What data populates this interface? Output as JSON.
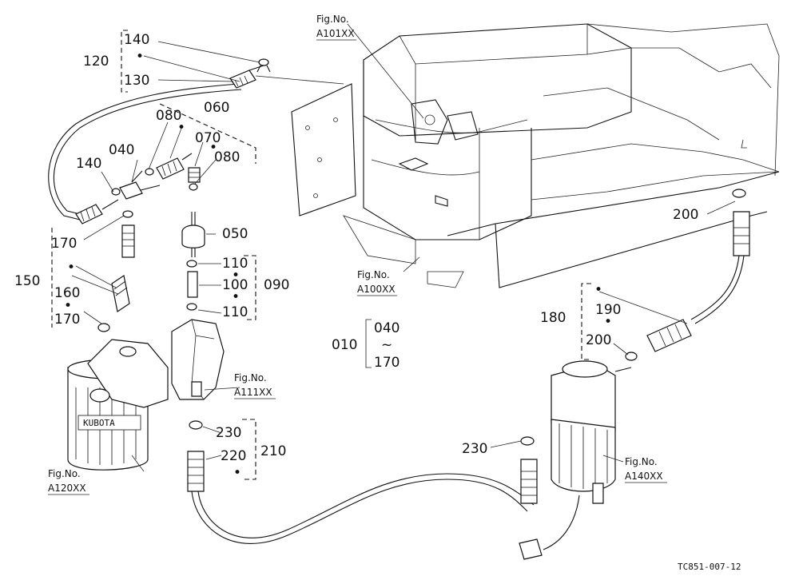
{
  "figure_code": "TC851-007-12",
  "callouts": {
    "c140_top": "140",
    "c120": "120",
    "c130": "130",
    "c080_a": "080",
    "c060": "060",
    "c040_left": "040",
    "c070": "070",
    "c080_b": "080",
    "c140_left": "140",
    "c170_a": "170",
    "c050": "050",
    "c150": "150",
    "c110_a": "110",
    "c100": "100",
    "c090": "090",
    "c110_b": "110",
    "c160": "160",
    "c170_b": "170",
    "c010": "010",
    "c040_range": "040",
    "c170_range": "170",
    "range_sep": "~",
    "c200_top": "200",
    "c180": "180",
    "c190": "190",
    "c200_b": "200",
    "c230_left": "230",
    "c220": "220",
    "c210": "210",
    "c230_right": "230",
    "dot": "•"
  },
  "fig_refs": {
    "a101": {
      "label": "Fig.No.",
      "code": "A101XX"
    },
    "a100": {
      "label": "Fig.No.",
      "code": "A100XX"
    },
    "a111": {
      "label": "Fig.No.",
      "code": "A111XX"
    },
    "a120": {
      "label": "Fig.No.",
      "code": "A120XX"
    },
    "a140": {
      "label": "Fig.No.",
      "code": "A140XX"
    }
  },
  "filter_brand": "KUBOTA"
}
